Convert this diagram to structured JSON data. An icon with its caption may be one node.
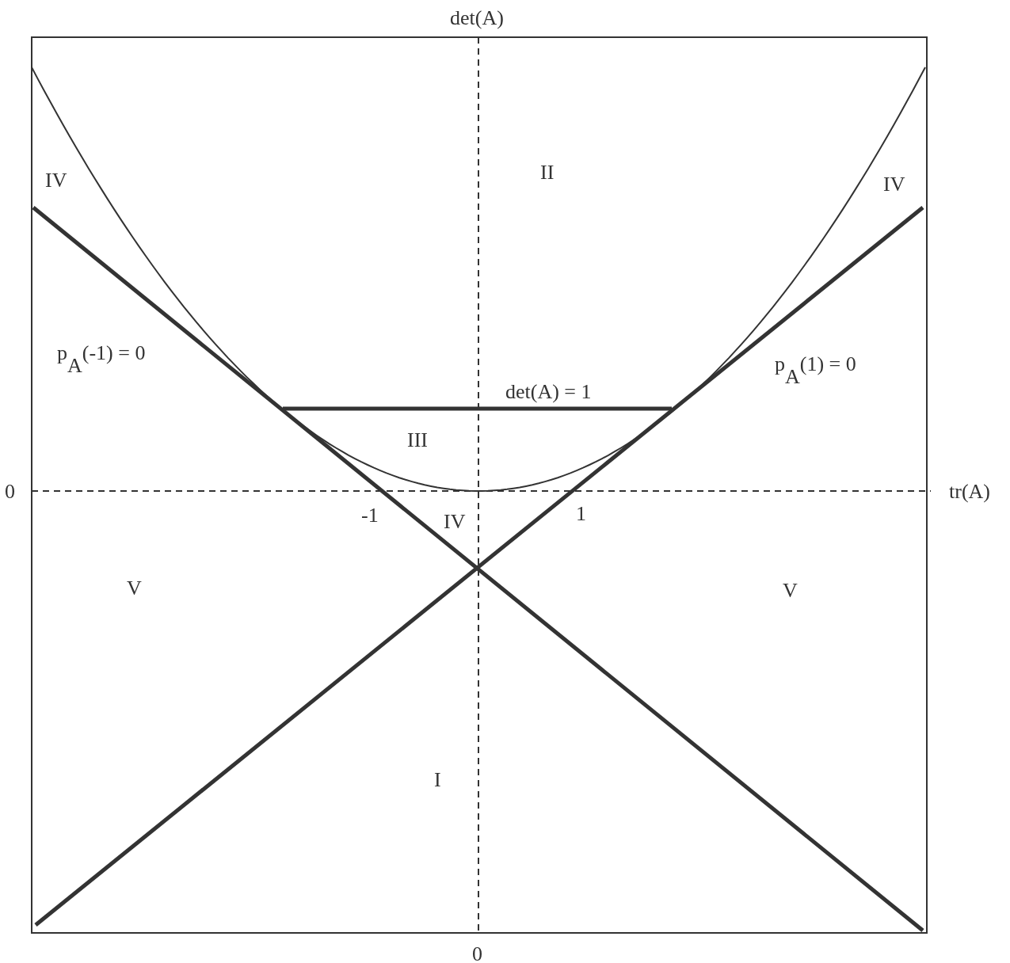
{
  "diagram": {
    "labels": [
      "det(A)",
      "IV",
      "II",
      "IV",
      "p$_{A}$(-1) = 0",
      "p$_{A}$(1) = 0",
      "det(A) = 1",
      "III",
      "0",
      "tr(A)",
      "-1",
      "IV",
      "1",
      "V",
      "V",
      "I",
      "0"
    ]
  }
}
